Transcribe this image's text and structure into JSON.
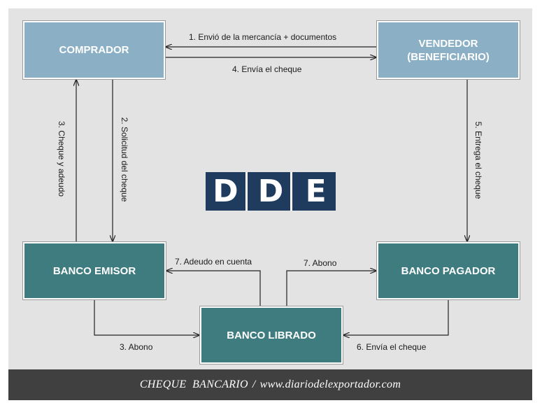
{
  "boxes": {
    "comprador": "COMPRADOR",
    "vendedor_line1": "VENDEDOR",
    "vendedor_line2": "(BENEFICIARIO)",
    "banco_emisor": "BANCO EMISOR",
    "banco_pagador": "BANCO PAGADOR",
    "banco_librado": "BANCO LIBRADO"
  },
  "labels": {
    "step1": "1. Envió de la mercancía + documentos",
    "step4": "4. Envía el cheque",
    "step3_vertical": "3. Cheque y adeudo",
    "step2_vertical": "2. Solicitud del cheque",
    "step5_vertical": "5. Entrega el cheque",
    "step7_adeudo": "7. Adeudo en cuenta",
    "step7_abono": "7. Abono",
    "step3_abono": "3. Abono",
    "step6": "6. Envía el cheque"
  },
  "logo": {
    "letters": [
      "D",
      "D",
      "E"
    ]
  },
  "footer": {
    "title": "CHEQUE  BANCARIO",
    "separator": "/",
    "site": "www.diariodelexportador.com"
  },
  "colors": {
    "light_box": "#8bb0c6",
    "teal_box": "#3f7c80",
    "logo": "#1f3b5e",
    "footer": "#404040",
    "canvas": "#e3e3e3"
  }
}
